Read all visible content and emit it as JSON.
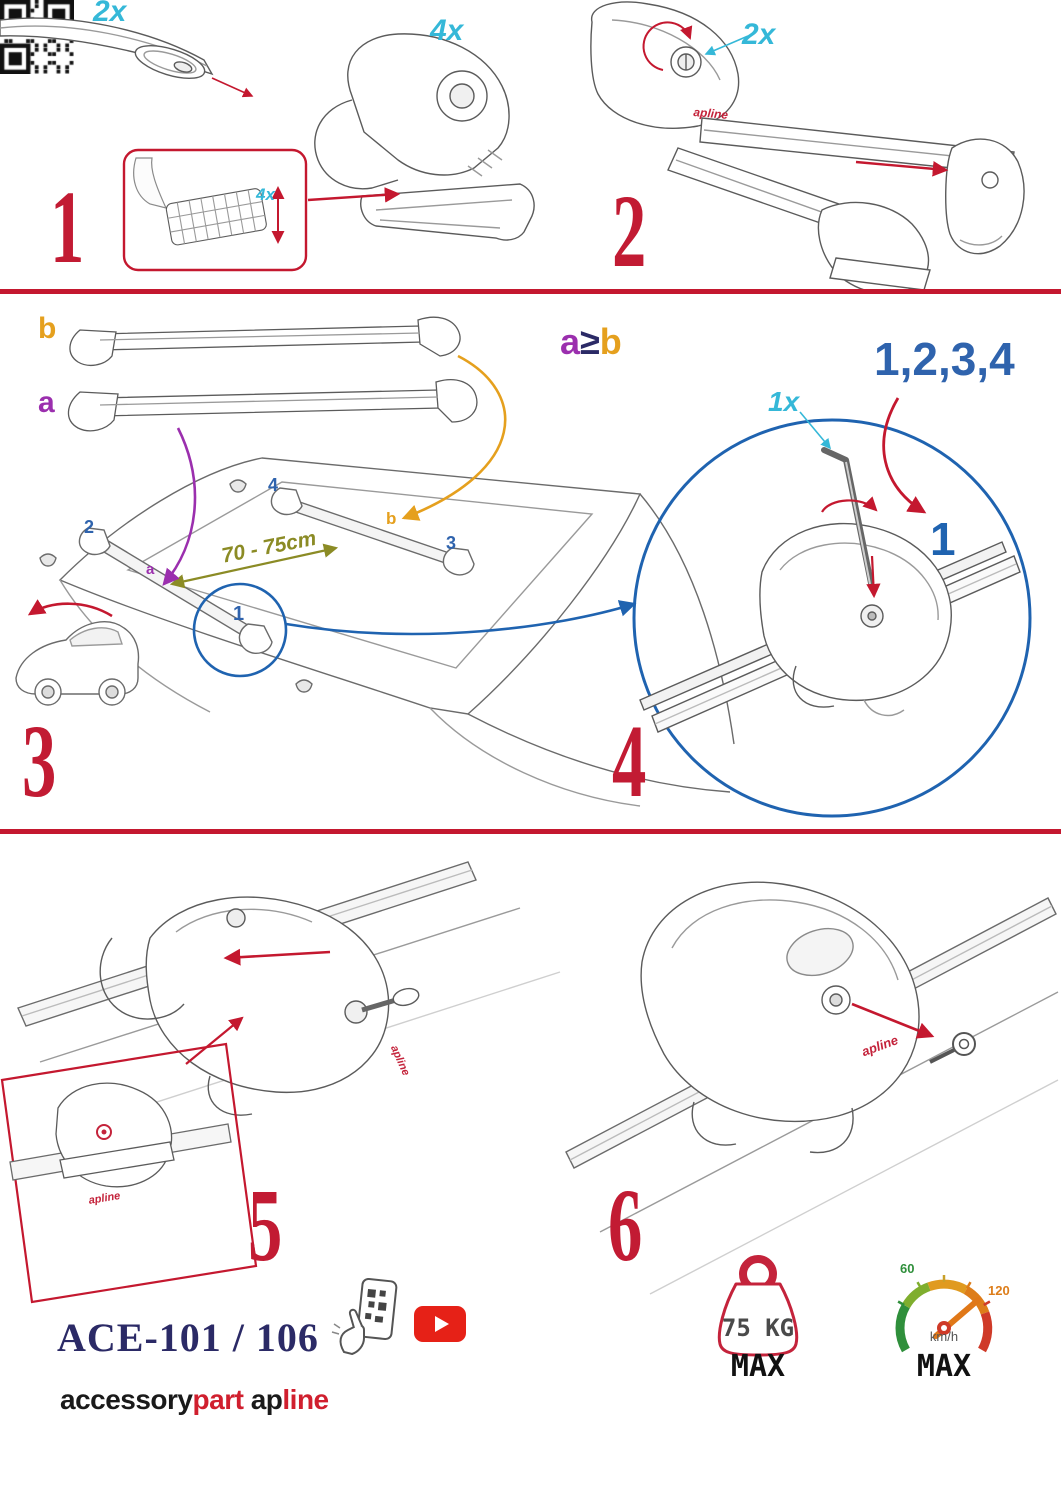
{
  "colors": {
    "red": "#c4182f",
    "cyan": "#35b8d8",
    "blue": "#2f63ad",
    "circle_blue": "#1f63b0",
    "purple": "#9b2fae",
    "orange": "#e5a01e",
    "olive": "#8b8b25",
    "navy": "#2b2a66"
  },
  "steps": {
    "s1": {
      "num": "1",
      "bar_qty": "2x",
      "foot_qty": "4x",
      "pad_qty": "4x"
    },
    "s2": {
      "num": "2",
      "lock_qty": "2x"
    },
    "s3": {
      "num": "3",
      "label_a": "a",
      "label_b": "b",
      "rel_a": "a",
      "rel_op": "≥",
      "rel_b": "b",
      "distance": "70 - 75cm",
      "roof_1": "1",
      "roof_2": "2",
      "roof_3": "3",
      "roof_4": "4",
      "roof_a": "a",
      "roof_b": "b"
    },
    "s4": {
      "num": "4",
      "key_qty": "1x",
      "sequence": "1,2,3,4",
      "first": "1"
    },
    "s5": {
      "num": "5"
    },
    "s6": {
      "num": "6"
    }
  },
  "marks": {
    "apline": "apline"
  },
  "footer": {
    "model": "ACE-101 / 106",
    "brand": {
      "accessory": "accessory",
      "part": "part",
      "ap": "ap",
      "line": "line"
    },
    "weight": {
      "value": "75 KG",
      "max": "MAX"
    },
    "speed": {
      "low": "60",
      "high": "120",
      "unit": "km/h",
      "max": "MAX"
    }
  }
}
